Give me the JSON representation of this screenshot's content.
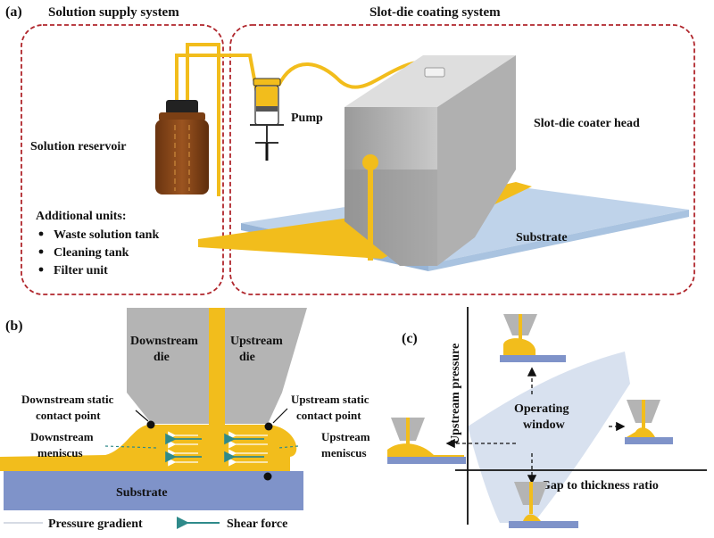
{
  "panel_a": {
    "label": "(a)",
    "supply_title": "Solution supply system",
    "coating_title": "Slot-die coating system",
    "reservoir": "Solution reservoir",
    "pump": "Pump",
    "coater_head": "Slot-die coater head",
    "substrate": "Substrate",
    "additional_title": "Additional units:",
    "additional_units": [
      "Waste solution tank",
      "Cleaning tank",
      "Filter unit"
    ]
  },
  "panel_b": {
    "label": "(b)",
    "downstream_die": [
      "Downstream",
      "die"
    ],
    "upstream_die": [
      "Upstream",
      "die"
    ],
    "downstream_contact": [
      "Downstream static",
      "contact point"
    ],
    "upstream_contact": [
      "Upstream static",
      "contact point"
    ],
    "downstream_meniscus": [
      "Downstream",
      "meniscus"
    ],
    "upstream_meniscus": [
      "Upstream",
      "meniscus"
    ],
    "substrate": "Substrate",
    "legend_pressure": "Pressure gradient",
    "legend_shear": "Shear force"
  },
  "panel_c": {
    "label": "(c)",
    "y_axis": "Upstream pressure",
    "x_axis": "Gap to thickness ratio",
    "window": [
      "Operating",
      "window"
    ]
  },
  "colors": {
    "solution": "#f2bd1c",
    "die_gray": "#b4b4b4",
    "substrate_blue": "#7f93c9",
    "substrate_light": "#bfd3ea",
    "frame_red": "#b0262c",
    "window_fill": "#d8e1ef",
    "bottle": "#7b3f14"
  }
}
